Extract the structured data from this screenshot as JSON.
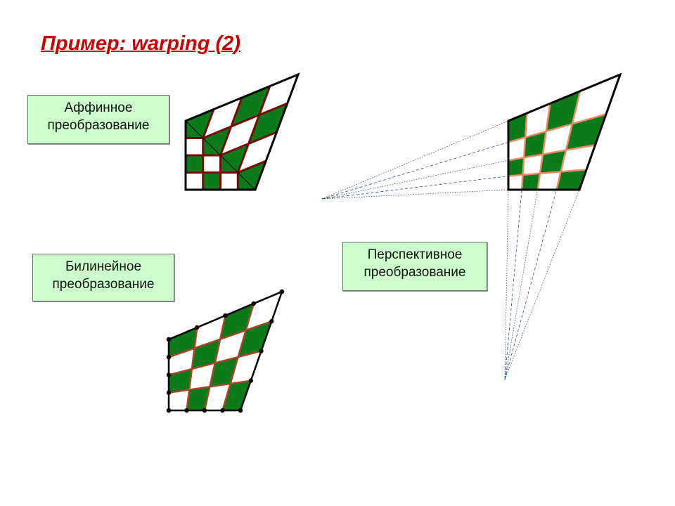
{
  "title": "Пример: warping (2)",
  "labels": {
    "affine": {
      "line1": "Аффинное",
      "line2": "преобразование"
    },
    "bilinear": {
      "line1": "Билинейное",
      "line2": "преобразование"
    },
    "perspective": {
      "line1": "Перспективное",
      "line2": "преобразование"
    }
  },
  "colors": {
    "green": "#0a7a1a",
    "title": "#cc0000",
    "affine_lines": "#7a0a0a",
    "perspective_lines": "#ee8a66",
    "bilinear_lines": "#a8442a"
  },
  "grid": {
    "cells": 4
  }
}
